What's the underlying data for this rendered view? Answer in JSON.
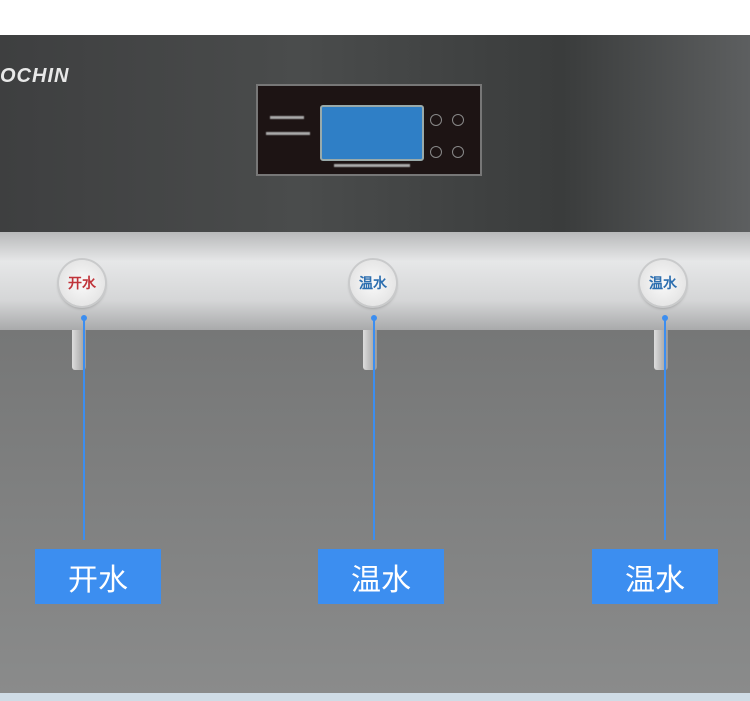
{
  "brand": {
    "logo_text": "OCHIN"
  },
  "buttons": [
    {
      "label": "开水",
      "color": "#c0343a"
    },
    {
      "label": "温水",
      "color": "#2d6fb0"
    },
    {
      "label": "温水",
      "color": "#2d6fb0"
    }
  ],
  "labels": [
    "开水",
    "温水",
    "温水"
  ],
  "colors": {
    "accent": "#3c8ef0"
  }
}
